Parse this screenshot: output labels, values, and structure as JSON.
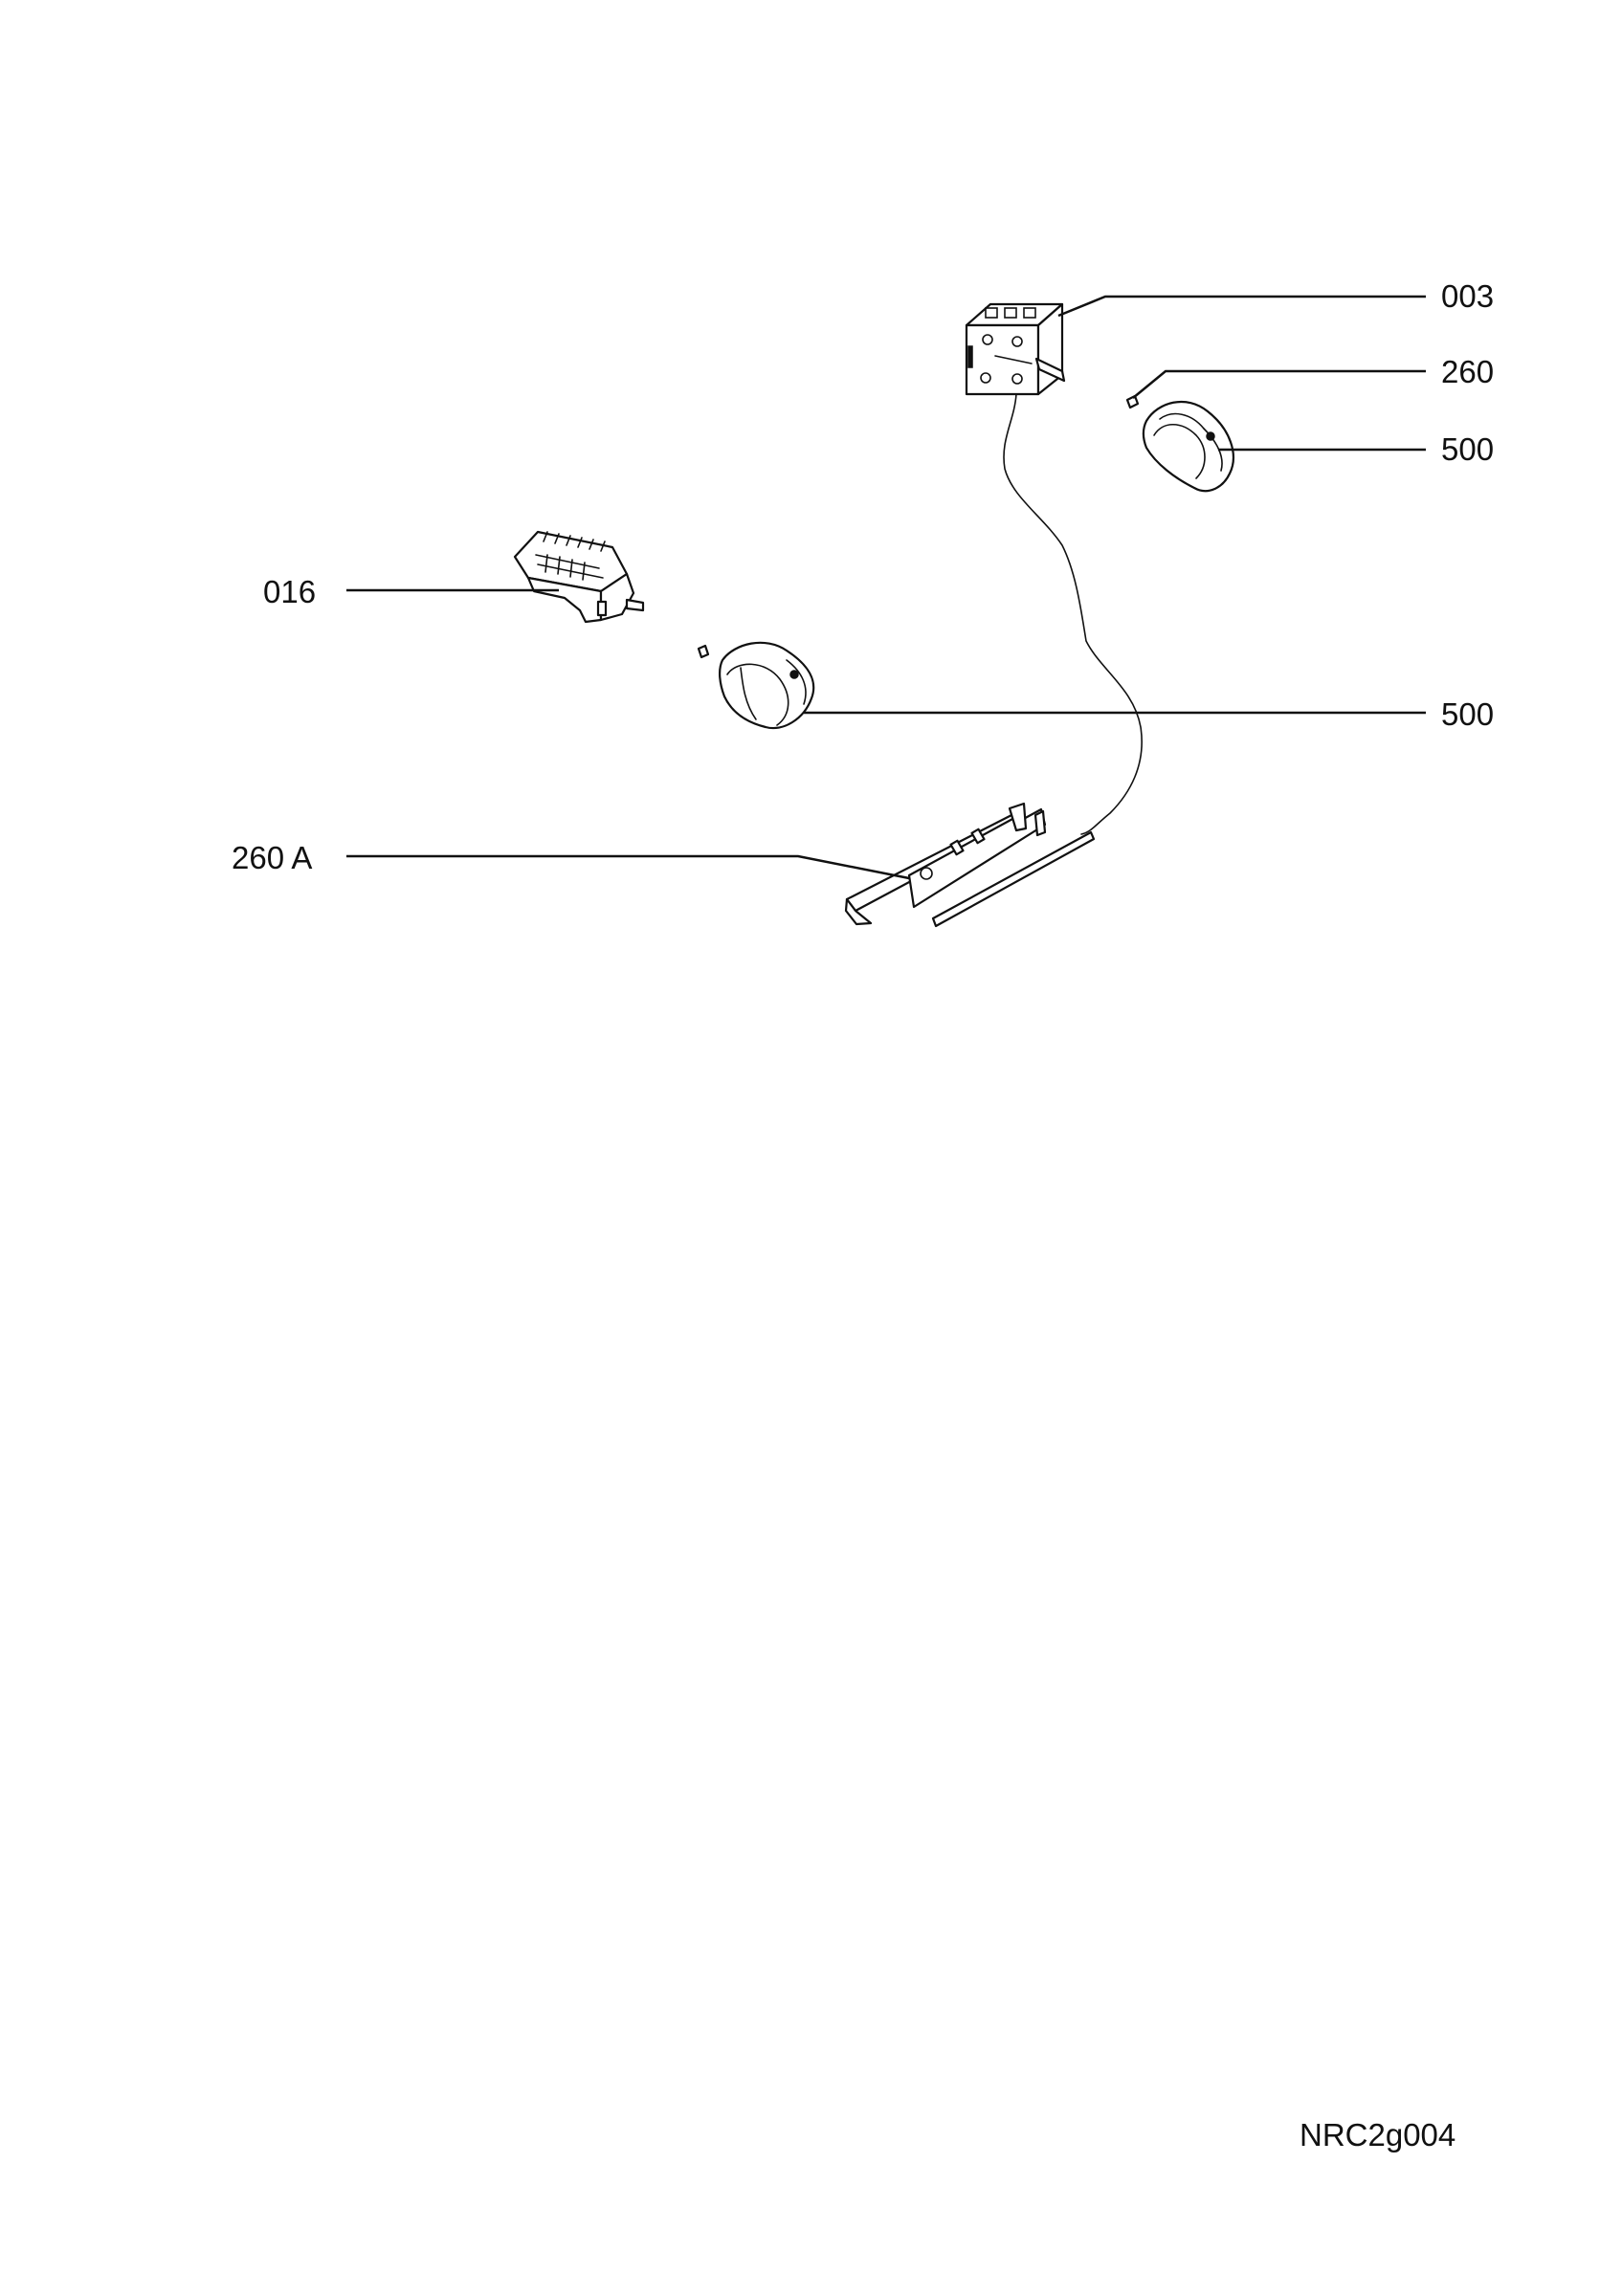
{
  "labels": {
    "thermostat": "003",
    "clip_upper": "260",
    "knob_upper": "500",
    "selector_switch": "016",
    "knob_lower": "500",
    "bracket": "260 A"
  },
  "drawing_code": "NRC2g004"
}
